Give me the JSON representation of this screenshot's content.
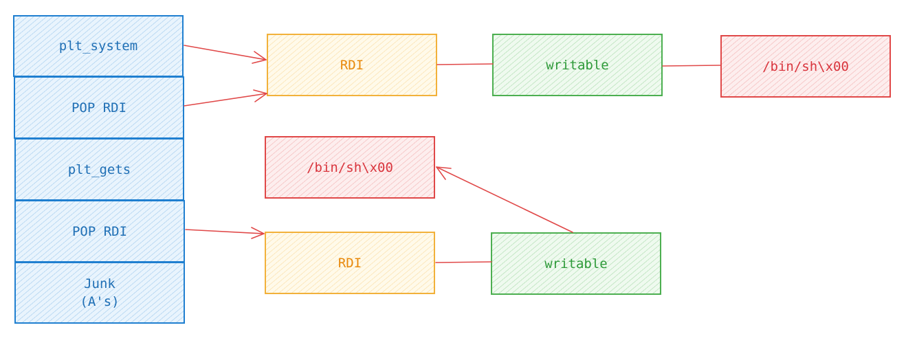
{
  "stack": [
    {
      "id": "plt-system",
      "label": "plt_system"
    },
    {
      "id": "pop-rdi-1",
      "label": "POP RDI"
    },
    {
      "id": "plt-gets",
      "label": "plt_gets"
    },
    {
      "id": "pop-rdi-2",
      "label": "POP RDI"
    },
    {
      "id": "junk",
      "label": "Junk\n(A's)"
    }
  ],
  "top_chain": {
    "register": "RDI",
    "target": "writable",
    "value": "/bin/sh\\x00"
  },
  "bottom_chain": {
    "value": "/bin/sh\\x00",
    "register": "RDI",
    "target": "writable"
  },
  "colors": {
    "stack": "#1f7fd0",
    "register": "#f2b13a",
    "writable": "#4caf50",
    "string": "#e04848",
    "arrow": "#e04848"
  }
}
